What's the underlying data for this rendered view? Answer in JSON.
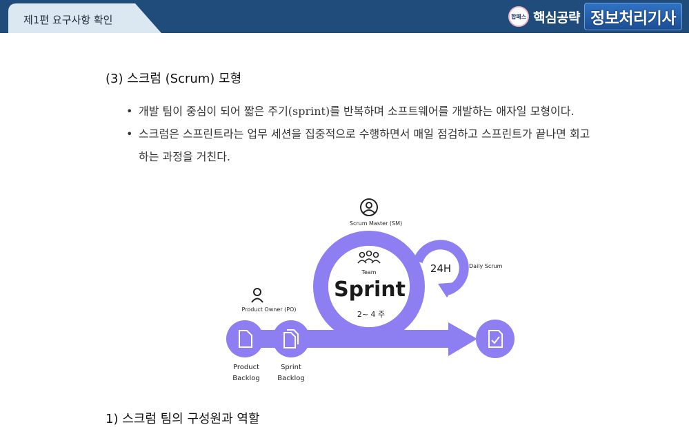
{
  "header": {
    "chapter": "제1편 요구사항 확인",
    "brand_logo": "합패스",
    "brand_part1": "핵심공략",
    "brand_part2": "정보처리기사"
  },
  "section": {
    "title": "(3) 스크럼 (Scrum) 모형",
    "bullets": [
      "개발 팀이 중심이 되어 짧은 주기(sprint)를 반복하며 소프트웨어를 개발하는 애자일 모형이다.",
      "스크럼은 스프린트라는 업무 세션을 집중적으로 수행하면서 매일 점검하고 스프린트가 끝나면 회고하는 과정을 거친다."
    ]
  },
  "diagram": {
    "scrum_master": "Scrum Master (SM)",
    "product_owner": "Product Owner (PO)",
    "team": "Team",
    "sprint": "Sprint",
    "duration": "2~ 4 주",
    "daily_hours": "24H",
    "daily_scrum": "Daily Scrum",
    "product_backlog_1": "Product",
    "product_backlog_2": "Backlog",
    "sprint_backlog_1": "Sprint",
    "sprint_backlog_2": "Backlog",
    "accent_color": "#7b6cf0"
  },
  "next_heading": "1) 스크럼 팀의 구성원과 역할"
}
